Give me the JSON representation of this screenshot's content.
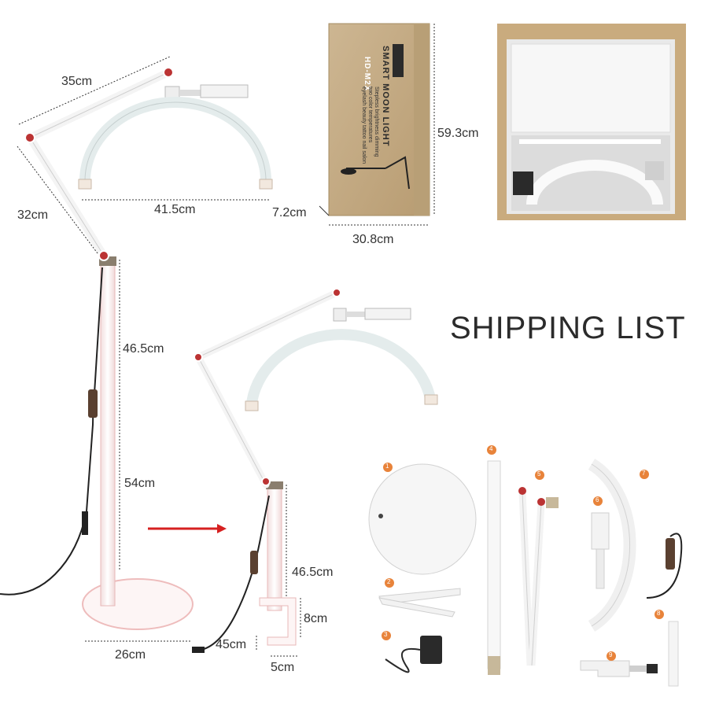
{
  "shipping_list_title": "SHIPPING LIST",
  "box": {
    "brand": "HD-M2X",
    "product": "SMART MOON LIGHT",
    "features": [
      "Stepless brightness dimming",
      "two color temperatures",
      "eyelash beauty tattoo nail salon"
    ]
  },
  "dimensions": {
    "arm_upper": "35cm",
    "arm_lower": "32cm",
    "lamp_width": "41.5cm",
    "box_depth": "7.2cm",
    "box_width": "30.8cm",
    "box_height": "59.3cm",
    "pole_upper": "46.5cm",
    "pole_lower": "54cm",
    "base_diameter": "26cm",
    "clamp_pole": "46.5cm",
    "clamp_height": "8cm",
    "clamp_reach": "45cm",
    "clamp_gap": "5cm"
  },
  "items": [
    "1",
    "2",
    "3",
    "4",
    "5",
    "6",
    "7",
    "8",
    "9"
  ],
  "colors": {
    "badge": "#e8833a",
    "arrow": "#d62020",
    "dim_line": "#333333",
    "box_kraft": "#c8b08a"
  }
}
